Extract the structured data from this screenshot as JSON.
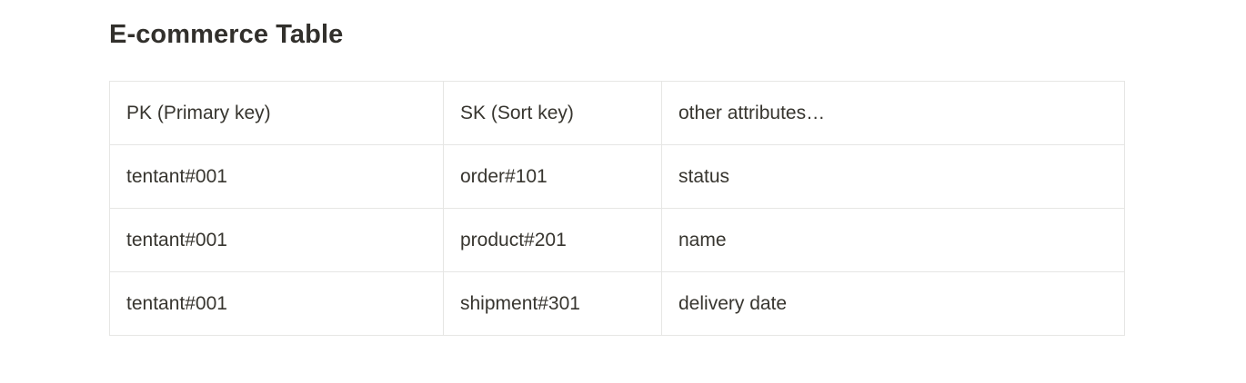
{
  "page": {
    "title": "E-commerce Table"
  },
  "table": {
    "headers": [
      "PK (Primary key)",
      "SK (Sort key)",
      "other attributes…"
    ],
    "rows": [
      [
        "tentant#001",
        "order#101",
        "status"
      ],
      [
        "tentant#001",
        "product#201",
        "name"
      ],
      [
        "tentant#001",
        "shipment#301",
        "delivery date"
      ]
    ]
  },
  "colors": {
    "background": "#ffffff",
    "text": "#37352f",
    "title_text": "#32302c",
    "border": "#e6e6e4"
  }
}
